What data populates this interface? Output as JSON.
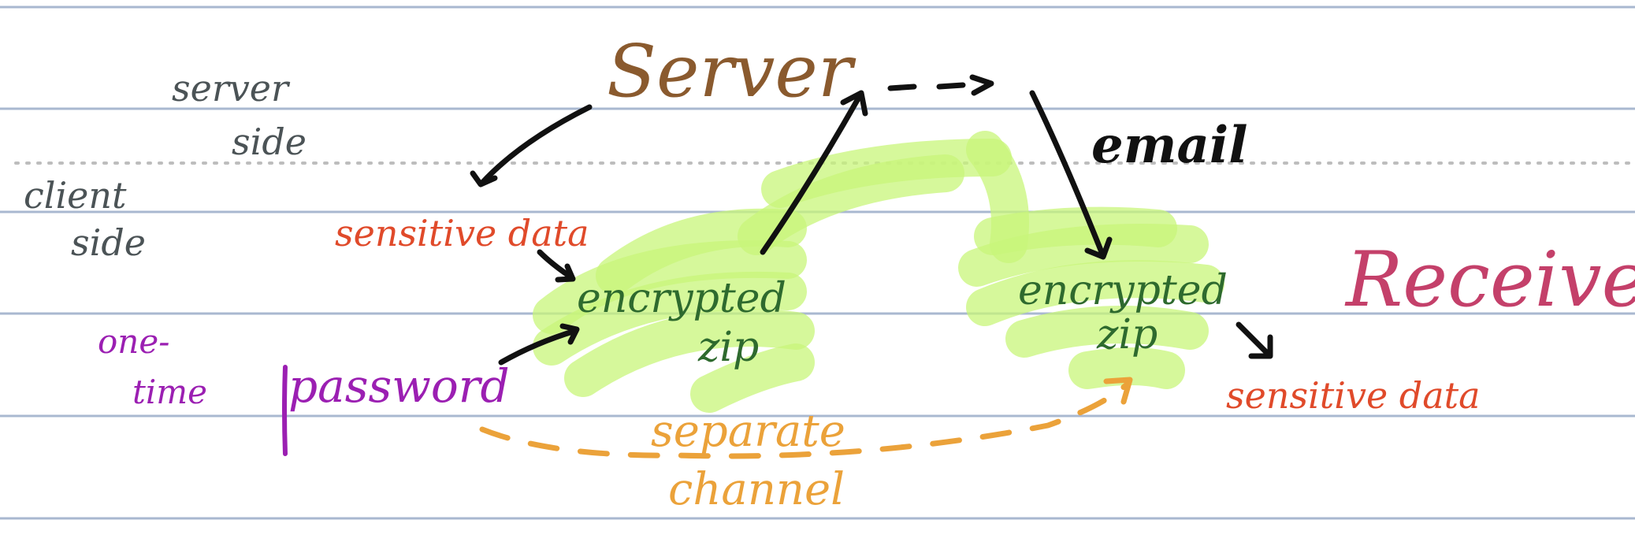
{
  "labels": {
    "server_title": "Server",
    "server_side_line1": "server",
    "server_side_line2": "side",
    "client_side_line1": "client",
    "client_side_line2": "side",
    "sensitive_data_left": "sensitive data",
    "one_time_line1": "one-",
    "one_time_line2": "time",
    "password": "password",
    "encrypted_left_line1": "encrypted",
    "encrypted_left_line2": "zip",
    "email": "email",
    "encrypted_right_line1": "encrypted",
    "encrypted_right_line2": "zip",
    "receiver_title": "Receiver",
    "sensitive_data_right": "sensitive data",
    "separate_line1": "separate",
    "separate_line2": "channel"
  },
  "colors": {
    "paper_line": "#a9b8d0",
    "divider": "#bdbdbd",
    "server": "#8a5a2e",
    "side_labels": "#4b5356",
    "sensitive": "#e04a2a",
    "purple": "#9b1fb2",
    "green_text": "#2e6a2e",
    "highlight": "#c8f57a",
    "black": "#111111",
    "receiver": "#c4406a",
    "orange": "#eba23a"
  }
}
